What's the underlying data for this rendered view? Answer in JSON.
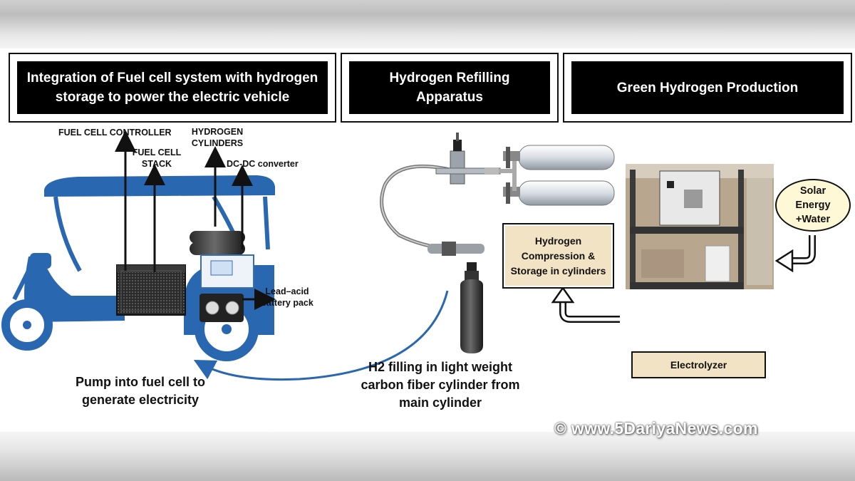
{
  "headers": [
    "Integration of Fuel cell system with hydrogen storage to power the electric vehicle",
    "Hydrogen Refilling Apparatus",
    "Green Hydrogen Production"
  ],
  "labels": {
    "fuel_cell_controller": "FUEL CELL CONTROLLER",
    "fuel_cell_stack": "FUEL CELL STACK",
    "hydrogen_cylinders": "HYDROGEN CYLINDERS",
    "dcdc_converter": "DC-DC converter",
    "lead_acid_battery": "Lead–acid battery pack",
    "pump_into_fuel_cell": "Pump into fuel cell to generate electricity",
    "h2_filling": "H2 filling in light weight carbon fiber cylinder from main cylinder",
    "compression_storage": "Hydrogen Compression & Storage in cylinders",
    "solar_energy_water": "Solar Energy +Water",
    "electrolyzer": "Electrolyzer"
  },
  "watermark": "© www.5DariyaNews.com",
  "colors": {
    "vehicle_blue": "#2a67b1",
    "header_black": "#000000",
    "label_box_fill": "#f2e3c4",
    "solar_fill": "#fff8d6"
  }
}
